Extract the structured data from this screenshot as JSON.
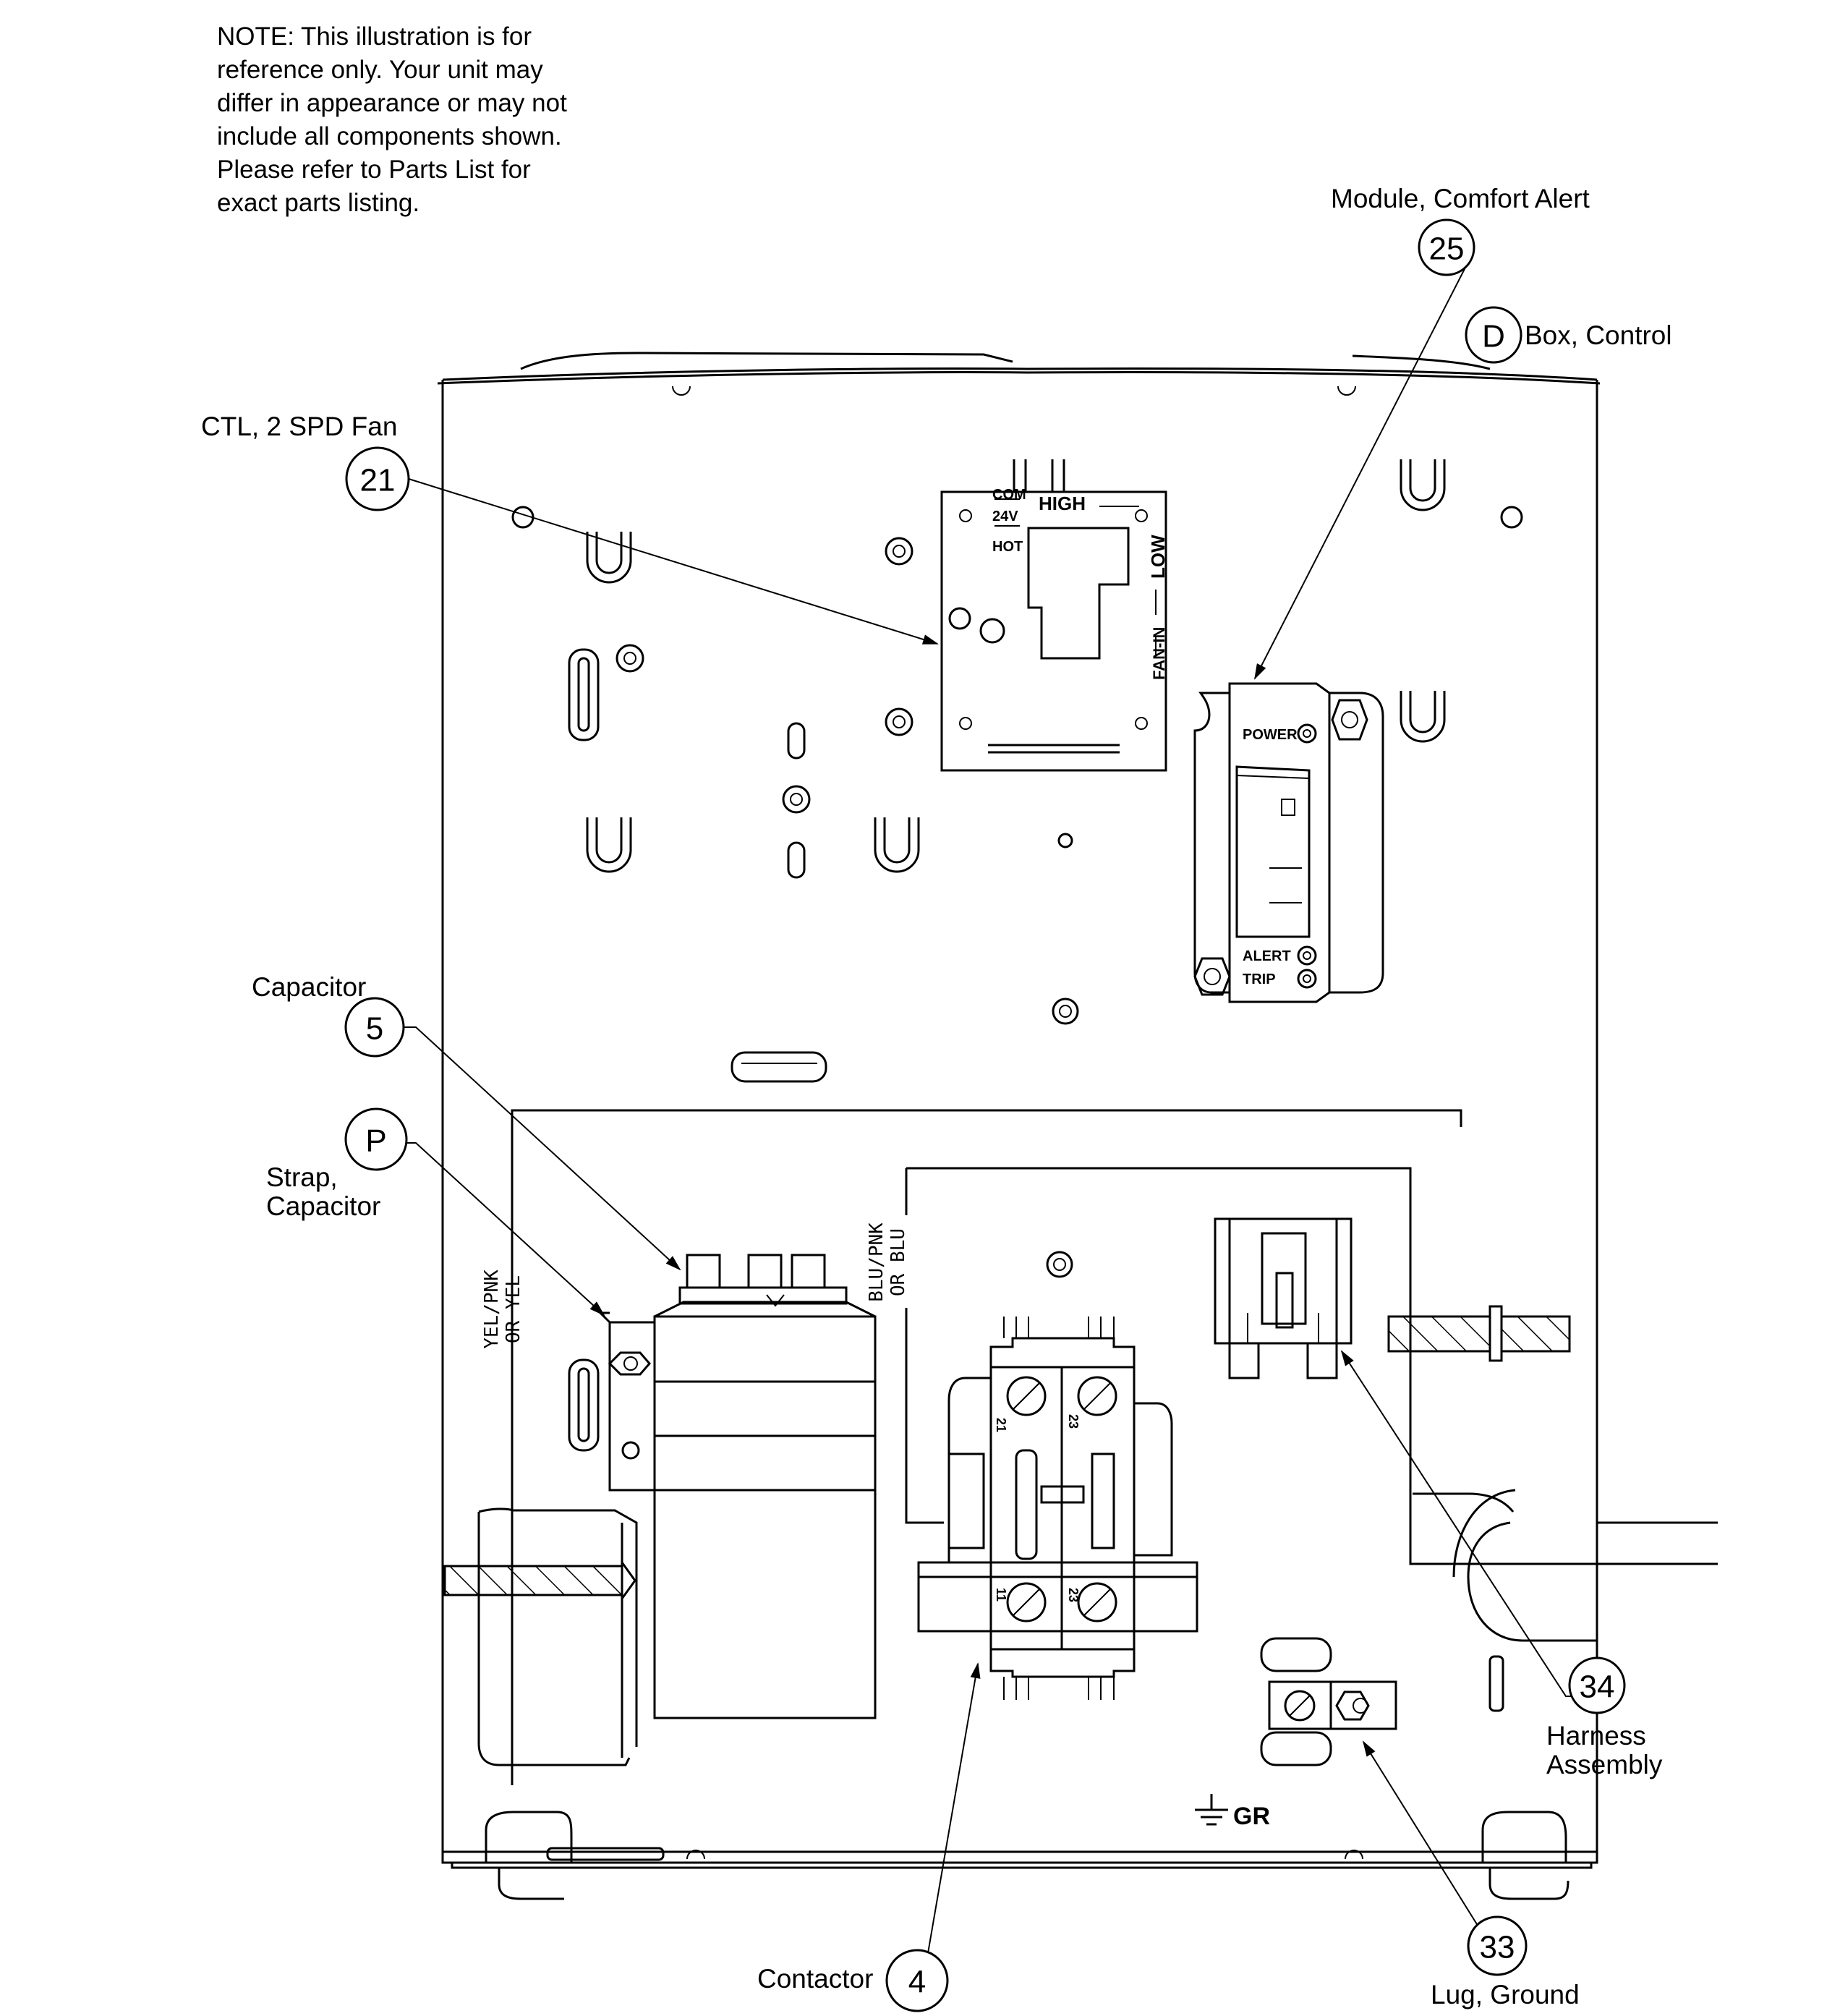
{
  "note": {
    "lines": [
      "NOTE: This illustration is for",
      "reference only.  Your unit may",
      "differ in appearance or may not",
      "include all components shown.",
      "Please refer to Parts List for",
      "exact parts listing."
    ]
  },
  "callouts": [
    {
      "id": "25",
      "label": "Module, Comfort Alert"
    },
    {
      "id": "D",
      "label": "Box, Control"
    },
    {
      "id": "21",
      "label": "CTL, 2 SPD Fan"
    },
    {
      "id": "5",
      "label": "Capacitor"
    },
    {
      "id": "P",
      "label_line1": "Strap,",
      "label_line2": "Capacitor"
    },
    {
      "id": "34",
      "label_line1": "Harness",
      "label_line2": "Assembly"
    },
    {
      "id": "33",
      "label": "Lug, Ground"
    },
    {
      "id": "4",
      "label": "Contactor"
    }
  ],
  "fan_board": {
    "com": "COM",
    "v24": "24V",
    "hot": "HOT",
    "high": "HIGH",
    "low": "LOW",
    "fan_in": "FAN-IN"
  },
  "alert_module": {
    "power": "POWER",
    "alert": "ALERT",
    "trip": "TRIP"
  },
  "wires": {
    "left_line1": "YEL/PNK",
    "left_line2": "OR YEL",
    "right_line1": "BLU/PNK",
    "right_line2": "OR BLU"
  },
  "contactor_terminals": [
    "21",
    "23",
    "11",
    "23"
  ],
  "ground_label": "GR"
}
